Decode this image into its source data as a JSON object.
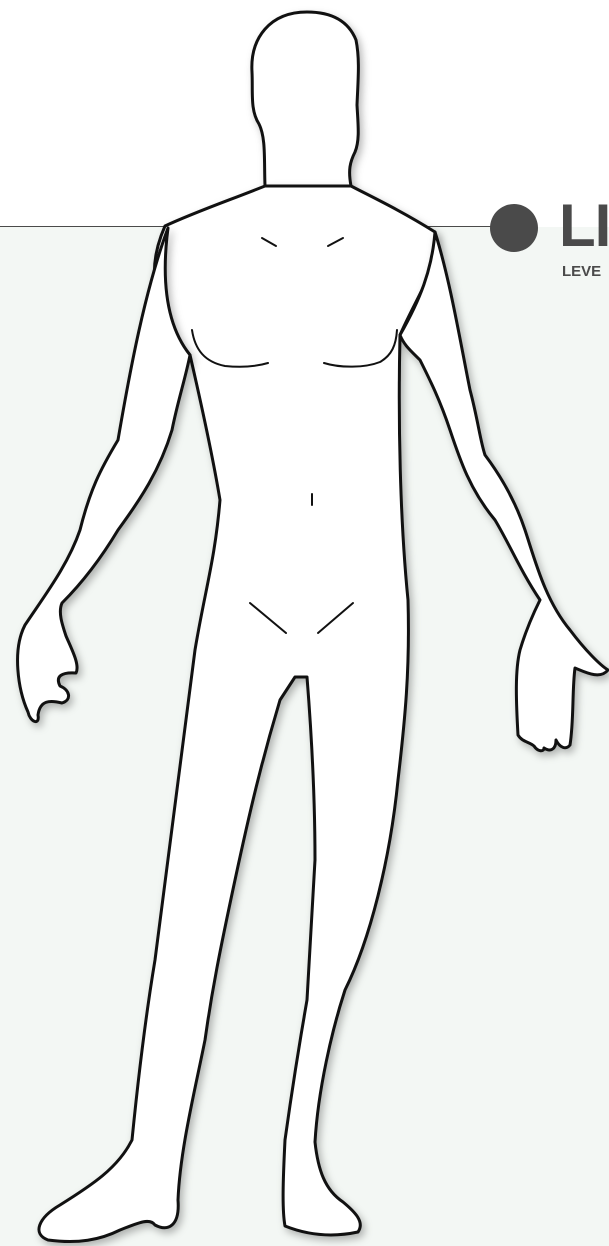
{
  "header": {
    "title": "LI",
    "subtitle": "LEVE",
    "accent_color": "#4a4a4a",
    "panel_color": "#f3f7f4"
  },
  "figure": {
    "icon": "human-body-outline-front"
  }
}
